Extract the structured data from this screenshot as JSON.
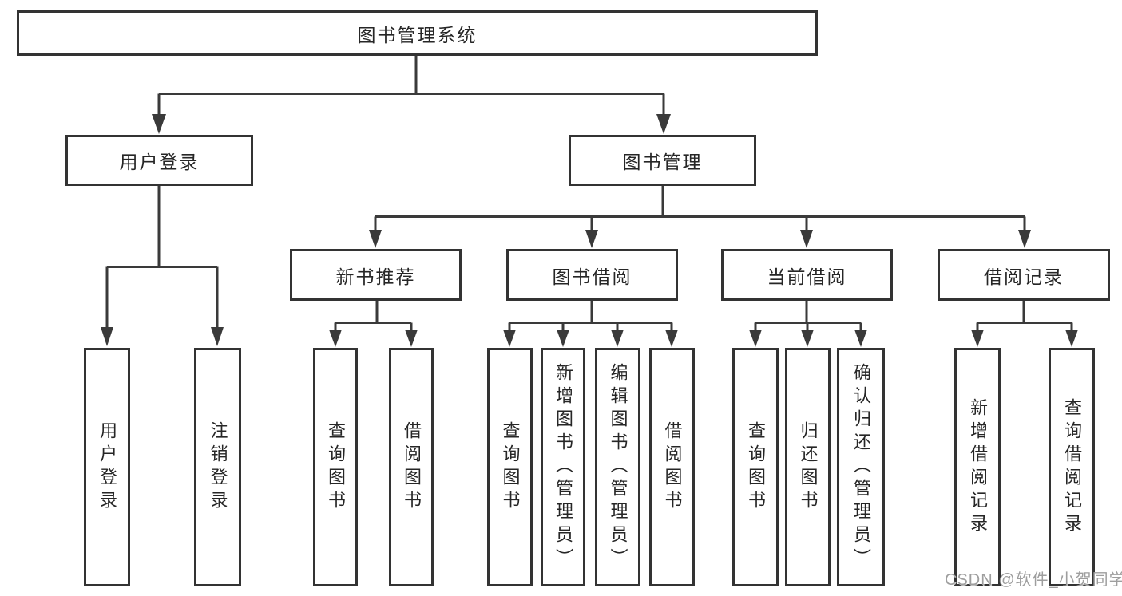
{
  "diagram_title": "图书管理系统",
  "tree": {
    "root": {
      "label": "图书管理系统"
    },
    "children": [
      {
        "label": "用户登录",
        "children": [
          {
            "label": "用户登录"
          },
          {
            "label": "注销登录"
          }
        ]
      },
      {
        "label": "图书管理",
        "children": [
          {
            "label": "新书推荐",
            "children": [
              {
                "label": "查询图书"
              },
              {
                "label": "借阅图书"
              }
            ]
          },
          {
            "label": "图书借阅",
            "children": [
              {
                "label": "查询图书"
              },
              {
                "label": "新增图书（管理员）"
              },
              {
                "label": "编辑图书（管理员）"
              },
              {
                "label": "借阅图书"
              }
            ]
          },
          {
            "label": "当前借阅",
            "children": [
              {
                "label": "查询图书"
              },
              {
                "label": "归还图书"
              },
              {
                "label": "确认归还（管理员）"
              }
            ]
          },
          {
            "label": "借阅记录",
            "children": [
              {
                "label": "新增借阅记录"
              },
              {
                "label": "查询借阅记录"
              }
            ]
          }
        ]
      }
    ]
  },
  "watermark": {
    "text": "CSDN @软件_小贺同学"
  },
  "colors": {
    "line": "#3a3a3a",
    "box_border": "#333333",
    "text": "#262626",
    "watermark": "#9e9e9e",
    "background": "#ffffff"
  }
}
